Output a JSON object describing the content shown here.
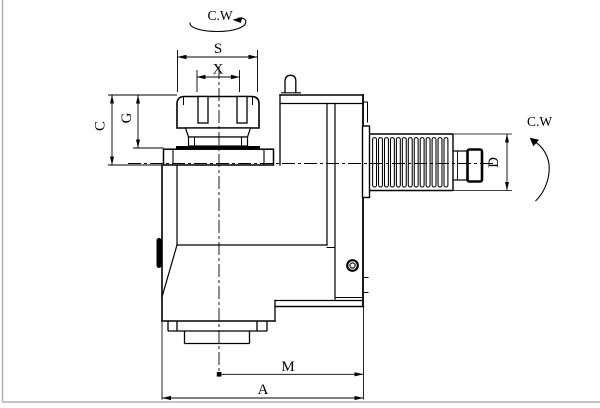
{
  "drawing": {
    "type": "engineering-drawing",
    "subject": "VDI radial tool holder with collet chuck, side view",
    "colors": {
      "line": "#000000",
      "background": "#ffffff",
      "frame": "#b0b0b0"
    },
    "rotation_top_label": "C.W",
    "rotation_right_label": "C.W",
    "dim_labels": {
      "s": "S",
      "x": "X",
      "c": "C",
      "g": "G",
      "d": "D",
      "m": "M",
      "a": "A"
    }
  }
}
